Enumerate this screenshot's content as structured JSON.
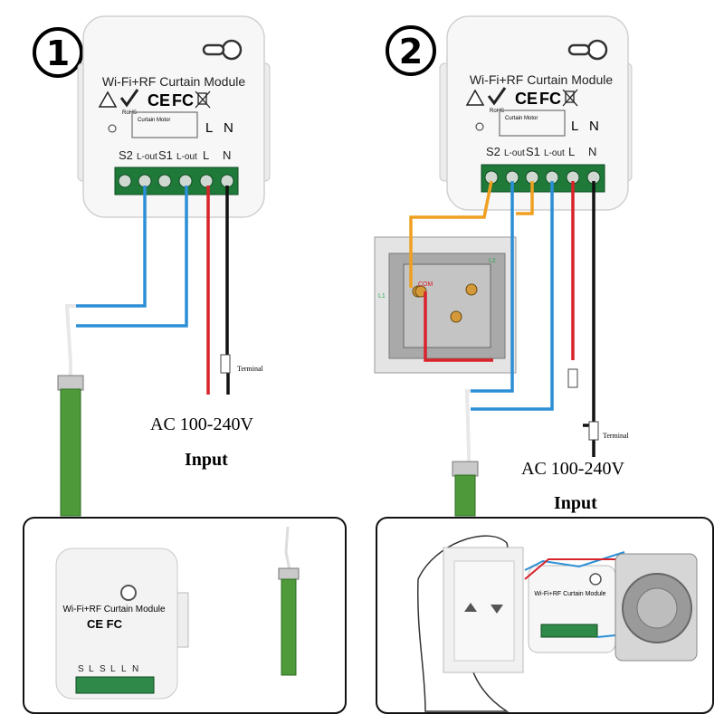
{
  "panel1": {
    "step_number": "1",
    "module": {
      "title": "Wi-Fi+RF Curtain Module",
      "marks": [
        "RoHS",
        "CE",
        "FC"
      ],
      "motor_label": "Curtain Motor",
      "top_terminals": [
        "L",
        "N"
      ],
      "terminal_labels": [
        "S2",
        "L-out",
        "S1",
        "L-out",
        "L",
        "N"
      ]
    },
    "terminal_tag": "Terminal",
    "voltage": "AC 100-240V",
    "input_label": "Input"
  },
  "panel2": {
    "step_number": "2",
    "module": {
      "title": "Wi-Fi+RF Curtain Module",
      "marks": [
        "RoHS",
        "CE",
        "FC"
      ],
      "motor_label": "Curtain Motor",
      "top_terminals": [
        "L",
        "N"
      ],
      "terminal_labels": [
        "S2",
        "L-out",
        "S1",
        "L-out",
        "L",
        "N"
      ]
    },
    "switch_labels": {
      "l2": "L2",
      "com": "COM",
      "l1": "L1"
    },
    "terminal_tag": "Terminal",
    "voltage": "AC 100-240V",
    "input_label": "Input"
  },
  "photo1": {
    "module_title": "Wi-Fi+RF Curtain Module",
    "module_labels": [
      "S",
      "L",
      "S",
      "L",
      "L",
      "N"
    ]
  },
  "photo2": {
    "module_title": "Wi-Fi+RF Curtain Module"
  },
  "colors": {
    "wire_blue": "#2c8fd6",
    "wire_red": "#d8232a",
    "wire_black": "#111111",
    "wire_orange": "#f0a020",
    "terminal_green": "#1f7a3a",
    "motor_green": "#4e9a3a"
  }
}
